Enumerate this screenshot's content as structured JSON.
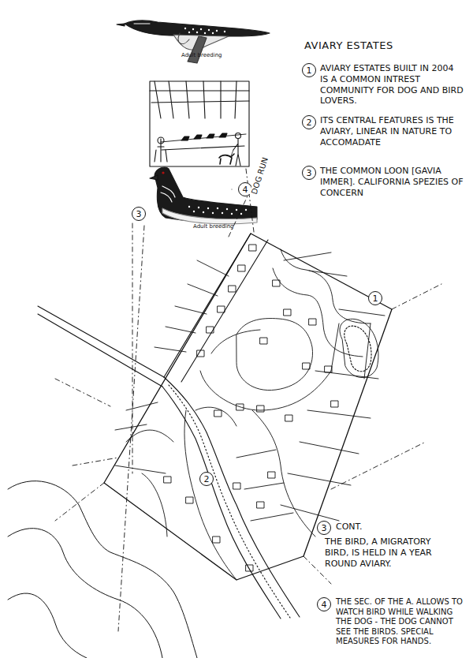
{
  "diagram": {
    "title": "AVIARY ESTATES",
    "nodes": [
      {
        "text": [
          "1"
        ]
      },
      {
        "text": [
          "2"
        ]
      },
      {
        "text": [
          "3"
        ]
      },
      {
        "text": [
          "4"
        ]
      },
      {
        "text": [
          "3"
        ]
      },
      {
        "text": [
          "1"
        ]
      },
      {
        "text": [
          "2"
        ]
      },
      {
        "text": [
          "3"
        ]
      },
      {
        "text": [
          "4"
        ]
      }
    ],
    "labels": [
      "Adult breeding",
      "Adult breeding",
      "DOG RUN",
      "AVIARY ESTATES BUILT IN 2004 IS A COMMON INTREST COMMUNITY FOR DOG AND BIRD LOVERS.",
      "ITS CENTRAL FEATURES IS THE AVIARY, LINEAR IN NATURE TO ACCOMADATE",
      "THE COMMON LOON [GAVIA IMMER]. CALIFORNIA SPEZIES OF CONCERN",
      "CONT.",
      "THE BIRD, A MIGRATORY BIRD, IS HELD IN A YEAR ROUND AVIARY.",
      "THE SEC. OF THE A. ALLOWS TO WATCH BIRD WHILE WALKING THE DOG - THE DOG CANNOT SEE THE BIRDS. SPECIAL MEASURES FOR HANDS."
    ]
  }
}
